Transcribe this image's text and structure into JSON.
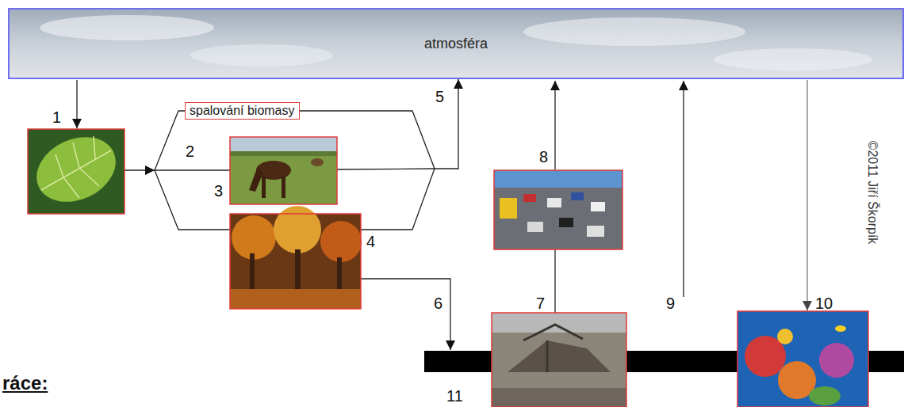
{
  "diagram": {
    "nodes": [
      {
        "text": [
          "atmosféra"
        ]
      },
      {
        "text": [
          "spalování biomasy"
        ]
      }
    ],
    "edges": [
      {
        "from": 1,
        "to": 0,
        "arrow": "to"
      }
    ],
    "labels": [
      "1",
      "2",
      "3",
      "4",
      "5",
      "6",
      "7",
      "8",
      "9",
      "10",
      "11",
      "©2011 Jiří Škorpík",
      "ráce:"
    ]
  }
}
